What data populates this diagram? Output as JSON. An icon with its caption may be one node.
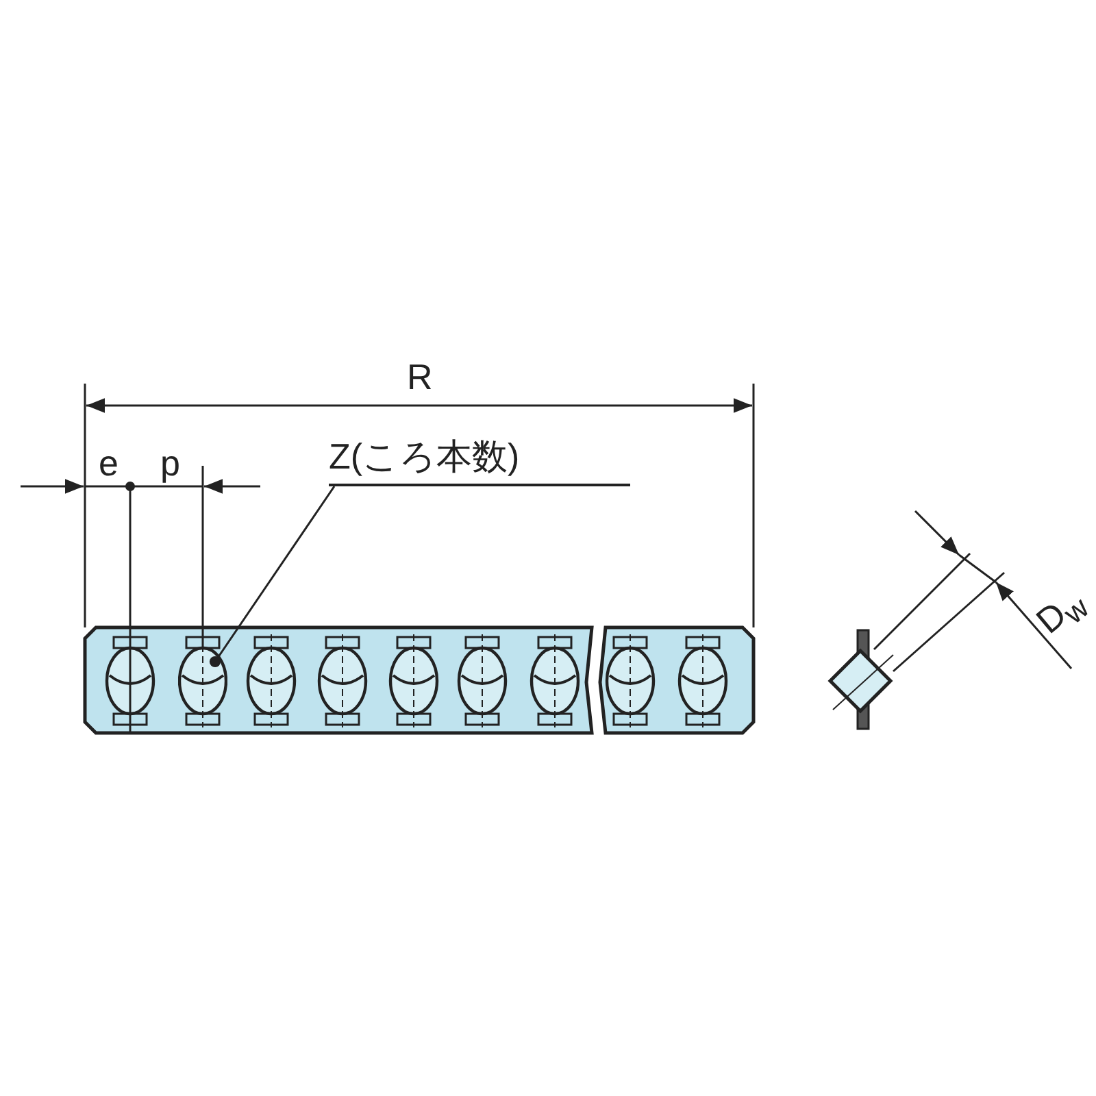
{
  "diagram": {
    "nodes": [
      {
        "text": [
          "Z(ころ本数)"
        ]
      },
      {
        "text": [],
        "shape": "picture"
      }
    ],
    "edges": [
      {
        "from": 0,
        "to": 1,
        "arrow": "other"
      }
    ],
    "labels": [
      "R",
      "e",
      "p",
      "D$_{w}$"
    ]
  }
}
